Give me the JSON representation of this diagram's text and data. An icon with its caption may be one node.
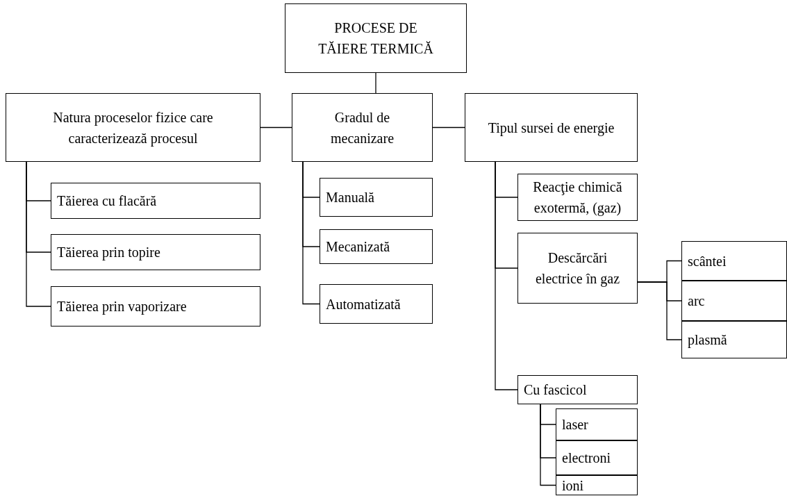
{
  "diagram": {
    "nodes": [
      {
        "text": [
          "PROCESE DE TĂIERE TERMICĂ"
        ]
      },
      {
        "text": [
          "Natura proceselor fizice care caracterizează procesul"
        ]
      },
      {
        "text": [
          "Gradul de mecanizare"
        ]
      },
      {
        "text": [
          "Tipul sursei de energie"
        ]
      },
      {
        "text": [
          "Tăierea cu flacără"
        ]
      },
      {
        "text": [
          "Tăierea prin topire"
        ]
      },
      {
        "text": [
          "Tăierea prin vaporizare"
        ]
      },
      {
        "text": [
          "Manuală"
        ]
      },
      {
        "text": [
          "Mecanizată"
        ]
      },
      {
        "text": [
          "Automatizată"
        ]
      },
      {
        "text": [
          "Reacţie chimică exotermă, (gaz)"
        ]
      },
      {
        "text": [
          "Descărcări electrice în gaz"
        ]
      },
      {
        "text": [
          "scântei"
        ]
      },
      {
        "text": [
          "arc"
        ]
      },
      {
        "text": [
          "plasmă"
        ]
      },
      {
        "text": [
          "Cu fascicol"
        ]
      },
      {
        "text": [
          "laser"
        ]
      },
      {
        "text": [
          "electroni"
        ]
      },
      {
        "text": [
          "ioni"
        ]
      }
    ],
    "edges": [
      {
        "from": 0,
        "to": 2,
        "arrow": "none"
      },
      {
        "from": 2,
        "to": 1,
        "arrow": "none"
      },
      {
        "from": 2,
        "to": 3,
        "arrow": "none"
      },
      {
        "from": 1,
        "to": 4,
        "arrow": "none"
      },
      {
        "from": 1,
        "to": 5,
        "arrow": "none"
      },
      {
        "from": 1,
        "to": 6,
        "arrow": "none"
      },
      {
        "from": 2,
        "to": 7,
        "arrow": "none"
      },
      {
        "from": 2,
        "to": 8,
        "arrow": "none"
      },
      {
        "from": 2,
        "to": 9,
        "arrow": "none"
      },
      {
        "from": 3,
        "to": 10,
        "arrow": "none"
      },
      {
        "from": 3,
        "to": 11,
        "arrow": "none"
      },
      {
        "from": 3,
        "to": 15,
        "arrow": "none"
      },
      {
        "from": 11,
        "to": 12,
        "arrow": "none"
      },
      {
        "from": 11,
        "to": 13,
        "arrow": "none"
      },
      {
        "from": 11,
        "to": 14,
        "arrow": "none"
      },
      {
        "from": 15,
        "to": 16,
        "arrow": "none"
      },
      {
        "from": 15,
        "to": 17,
        "arrow": "none"
      },
      {
        "from": 15,
        "to": 18,
        "arrow": "none"
      }
    ]
  }
}
